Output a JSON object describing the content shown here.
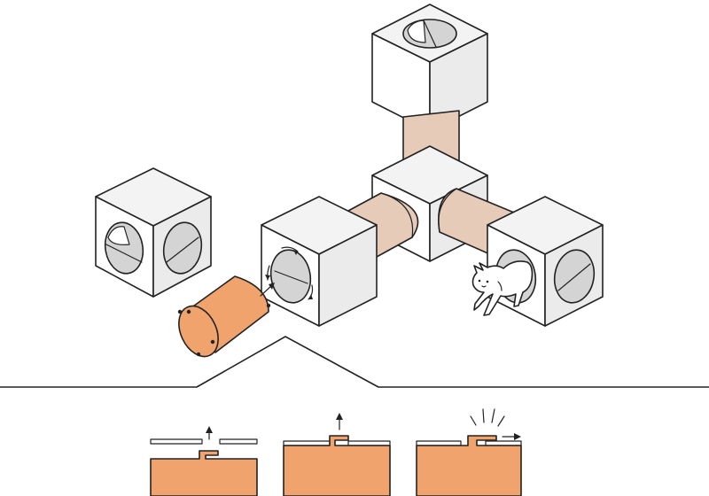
{
  "colors": {
    "cube_top": "#f3f3f3",
    "cube_left": "#ffffff",
    "cube_right": "#ebebeb",
    "hole_fill": "#d4d4d4",
    "tube_beige": "#e6cbb8",
    "tube_beige_dark": "#d2b29c",
    "tube_orange": "#f0a36c",
    "tube_orange_dark": "#e08a4d",
    "outline": "#222222"
  },
  "icons": {
    "cat": "cat-icon",
    "rotate_arrows": "rotate-arrows-icon",
    "insert_arrow": "insert-arrow-icon",
    "lift_arrow": "up-arrow-icon",
    "slide_arrow": "right-arrow-icon",
    "lock_flash": "flash-lines-icon"
  },
  "steps": [
    {
      "id": "step-1",
      "action": "lift"
    },
    {
      "id": "step-2",
      "action": "lift"
    },
    {
      "id": "step-3",
      "action": "slide-lock"
    }
  ]
}
